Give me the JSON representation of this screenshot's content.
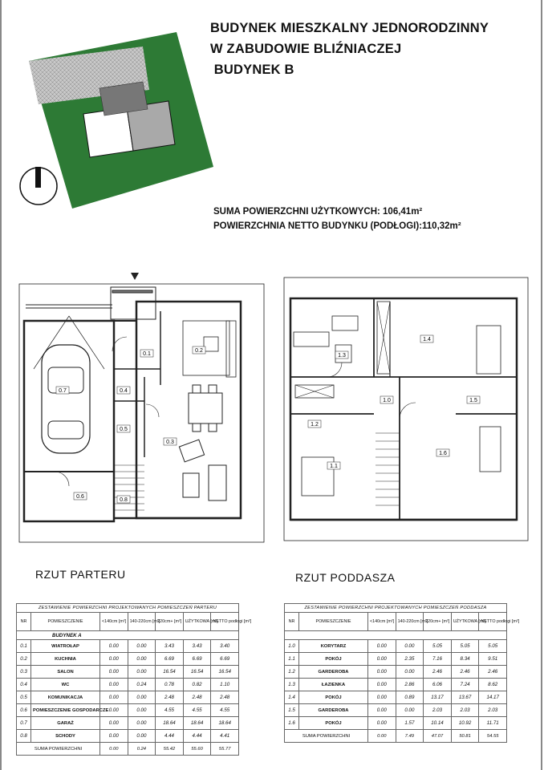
{
  "document": {
    "title_lines": [
      "BUDYNEK MIESZKALNY JEDNORODZINNY",
      "W ZABUDOWIE BLIŹNIACZEJ",
      " BUDYNEK B"
    ],
    "summary": {
      "usable_area": "SUMA POWIERZCHNI UŻYTKOWYCH: 106,41m²",
      "net_area": "POWIERZCHNIA NETTO BUDYNKU (PODŁOGI):110,32m²"
    }
  },
  "ground_floor": {
    "label": "RZUT PARTERU",
    "room_tags": [
      "0.1",
      "0.2",
      "0.3",
      "0.4",
      "0.5",
      "0.6",
      "0.7",
      "0.8"
    ]
  },
  "attic": {
    "label": "RZUT PODDASZA",
    "room_tags": [
      "1.0",
      "1.1",
      "1.2",
      "1.3",
      "1.4",
      "1.5",
      "1.6"
    ]
  },
  "table_ground": {
    "caption": "ZESTAWIENIE POWIERZCHNI PROJEKTOWANYCH POMIESZCZEŃ PARTERU",
    "headers": [
      "NR",
      "POMIESZCZENIE",
      "<140cm [m²]",
      "140-220cm [m²]",
      "220cm+ [m²]",
      "UŻYTKOWA [m²]",
      "NETTO podłogi [m²]"
    ],
    "section": "BUDYNEK A",
    "rows": [
      [
        "0.1",
        "WIATROŁAP",
        "0.00",
        "0.00",
        "3.43",
        "3.43",
        "3.40"
      ],
      [
        "0.2",
        "KUCHNIA",
        "0.00",
        "0.00",
        "6.69",
        "6.69",
        "6.69"
      ],
      [
        "0.3",
        "SALON",
        "0.00",
        "0.00",
        "16.54",
        "16.54",
        "16.54"
      ],
      [
        "0.4",
        "WC",
        "0.00",
        "0.24",
        "0.78",
        "0.82",
        "1.10"
      ],
      [
        "0.5",
        "KOMUNIKACJA",
        "0.00",
        "0.00",
        "2.48",
        "2.48",
        "2.48"
      ],
      [
        "0.6",
        "POMIESZCZENIE GOSPODARCZE",
        "0.00",
        "0.00",
        "4.55",
        "4.55",
        "4.55"
      ],
      [
        "0.7",
        "GARAŻ",
        "0.00",
        "0.00",
        "18.64",
        "18.64",
        "18.64"
      ],
      [
        "0.8",
        "SCHODY",
        "0.00",
        "0.00",
        "4.44",
        "4.44",
        "4.41"
      ]
    ],
    "sum": [
      "SUMA POWIERZCHNI",
      "0.00",
      "0.24",
      "55.42",
      "55.60",
      "55.77"
    ]
  },
  "table_attic": {
    "caption": "ZESTAWIENIE POWIERZCHNI PROJEKTOWANYCH POMIESZCZEŃ PODDASZA",
    "headers": [
      "NR",
      "POMIESZCZENIE",
      "<140cm [m²]",
      "140-220cm [m²]",
      "220cm+ [m²]",
      "UŻYTKOWA [m²]",
      "NETTO podłogi [m²]"
    ],
    "rows": [
      [
        "1.0",
        "KORYTARZ",
        "0.00",
        "0.00",
        "5.05",
        "5.05",
        "5.05"
      ],
      [
        "1.1",
        "POKÓJ",
        "0.00",
        "2.35",
        "7.16",
        "8.34",
        "9.51"
      ],
      [
        "1.2",
        "GARDEROBA",
        "0.00",
        "0.00",
        "2.46",
        "2.46",
        "2.46"
      ],
      [
        "1.3",
        "ŁAZIENKA",
        "0.00",
        "2.86",
        "6.06",
        "7.24",
        "8.62"
      ],
      [
        "1.4",
        "POKÓJ",
        "0.00",
        "0.89",
        "13.17",
        "13.67",
        "14.17"
      ],
      [
        "1.5",
        "GARDEROBA",
        "0.00",
        "0.00",
        "2.03",
        "2.03",
        "2.03"
      ],
      [
        "1.6",
        "POKÓJ",
        "0.00",
        "1.57",
        "10.14",
        "10.92",
        "11.71"
      ]
    ],
    "sum": [
      "SUMA POWIERZCHNI",
      "0.00",
      "7.49",
      "47.07",
      "50.81",
      "54.55"
    ]
  },
  "colors": {
    "site_green": "#2d7a35",
    "site_gray": "#b0b0b0",
    "line": "#222222"
  }
}
